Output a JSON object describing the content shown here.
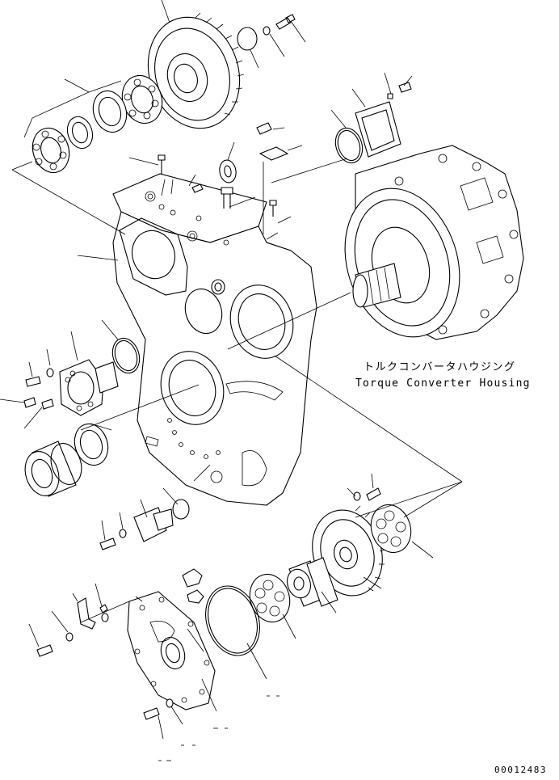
{
  "labels": {
    "housing_jp": "トルクコンバータハウジング",
    "housing_en": "Torque Converter Housing",
    "drawing_number": "00012483"
  },
  "components": {
    "top_gear": "gear-icon",
    "bearing_stack": "bearing-icon",
    "transmission_case": "gear-case-icon",
    "torque_converter_housing": "housing-icon",
    "eye_bolt": "eye-bolt-icon",
    "rear_cover": "cover-plate-icon",
    "lower_gear": "gear-icon"
  },
  "colors": {
    "ink": "#000000",
    "paper": "#ffffff"
  }
}
